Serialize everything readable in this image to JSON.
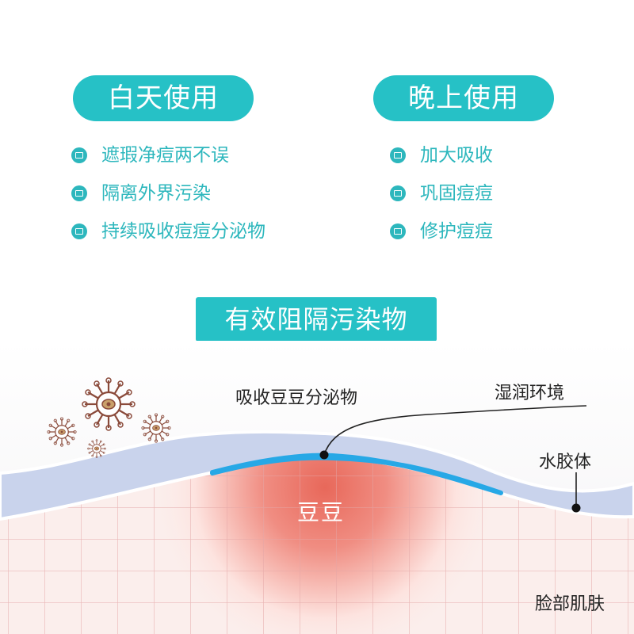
{
  "day": {
    "title": "白天使用",
    "items": [
      "遮瑕净痘两不误",
      "隔离外界污染",
      "持续吸收痘痘分泌物"
    ]
  },
  "night": {
    "title": "晚上使用",
    "items": [
      "加大吸收",
      "巩固痘痘",
      "修护痘痘"
    ]
  },
  "banner": "有效阻隔污染物",
  "diagram": {
    "absorb_label": "吸收豆豆分泌物",
    "moist_label": "湿润环境",
    "hydrocolloid_label": "水胶体",
    "pimple_label": "豆豆",
    "skin_label": "脸部肌肤"
  },
  "colors": {
    "accent": "#26c1c6",
    "hydrocolloid": "#c9d3ec",
    "absorb_layer": "#27a8e6",
    "pimple": "#e8685a",
    "skin_grid": "#e3a6a6"
  },
  "icons": [
    "folder-bullet-icon",
    "germ-icon"
  ]
}
